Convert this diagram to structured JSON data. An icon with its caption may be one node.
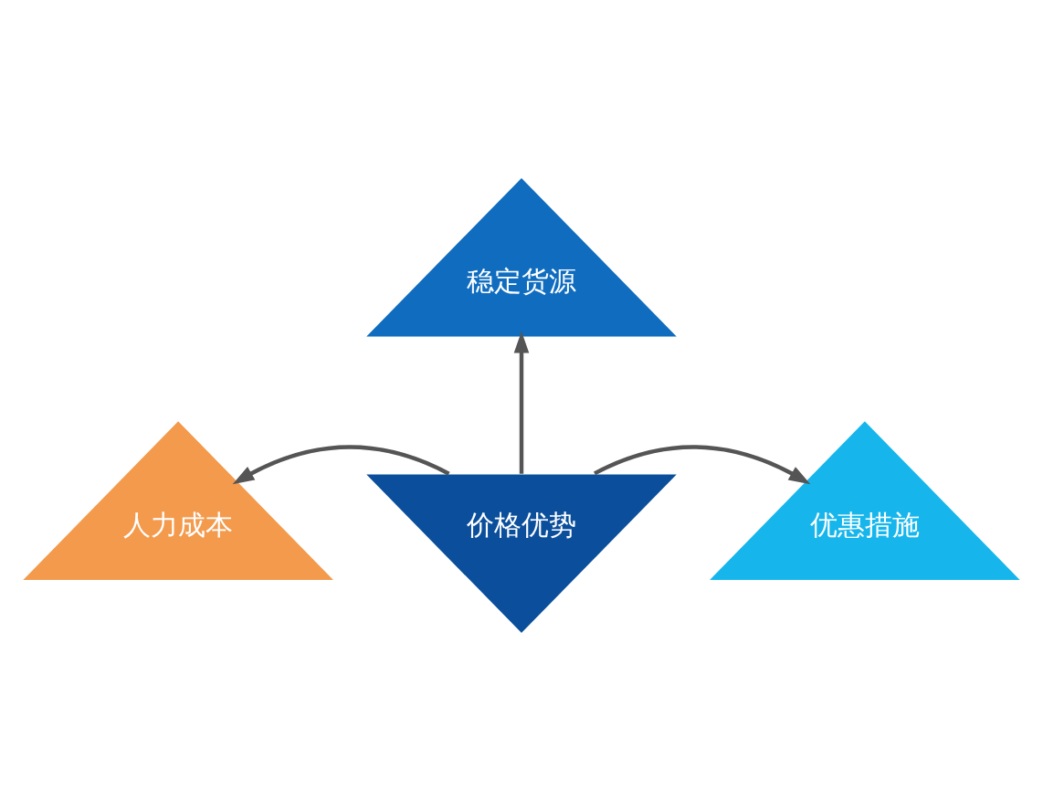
{
  "diagram": {
    "nodes": [
      {
        "text": [
          "稳定货源"
        ]
      },
      {
        "text": [
          "价格优势"
        ]
      },
      {
        "text": [
          "人力成本"
        ]
      },
      {
        "text": [
          "优惠措施"
        ]
      }
    ],
    "edges": [
      {
        "from": 1,
        "to": 0,
        "arrow": "to"
      },
      {
        "from": 1,
        "to": 2,
        "arrow": "to"
      },
      {
        "from": 1,
        "to": 3,
        "arrow": "to"
      }
    ]
  }
}
